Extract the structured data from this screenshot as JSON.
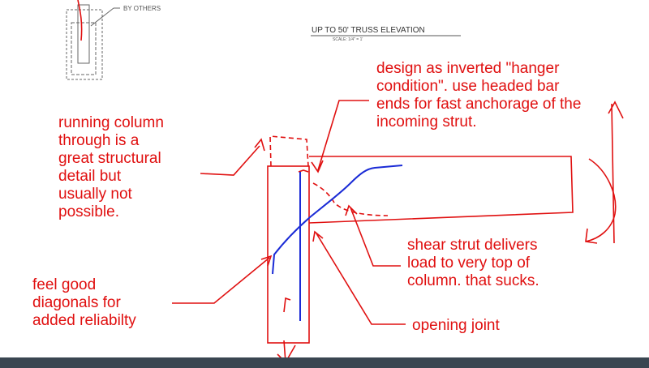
{
  "drawing": {
    "by_others_label": "BY OTHERS",
    "title": "UP TO 50' TRUSS ELEVATION",
    "scale": "SCALE: 1/4\" = 1'"
  },
  "annotations": {
    "hanger": "design as inverted \"hanger\ncondition\".  use headed bar\nends for fast anchorage of the\nincoming strut.",
    "running_column": "running column\nthrough is a\ngreat structural\ndetail but\nusually not\npossible.",
    "shear_strut": "shear strut delivers\nload to very top of\ncolumn.  that sucks.",
    "feel_good": "feel good\ndiagonals for\nadded reliabilty",
    "opening_joint": "opening joint"
  },
  "colors": {
    "annotation": "#e01010",
    "rebar": "#1a2bd6",
    "ink": "#555555",
    "footer": "#3a4651"
  }
}
